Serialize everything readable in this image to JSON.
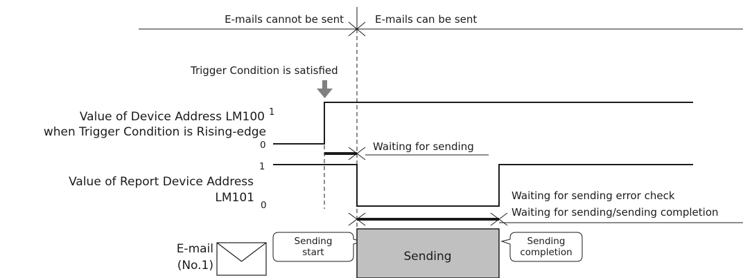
{
  "header": {
    "cannot_send": "E-mails cannot be sent",
    "can_send": "E-mails can be sent"
  },
  "trigger": {
    "label": "Trigger Condition is satisfied"
  },
  "signal_lm100": {
    "label_line1": "Value of Device Address LM100",
    "label_line2": "when Trigger Condition is Rising-edge",
    "level_high": "1",
    "level_low": "0"
  },
  "signal_lm101": {
    "label_line1": "Value of Report Device Address",
    "label_line2": "LM101",
    "level_high": "1",
    "level_low": "0"
  },
  "intervals": {
    "waiting_for_sending": "Waiting for sending",
    "waiting_error_check": "Waiting for sending error check",
    "waiting_completion": "Waiting for sending/sending completion"
  },
  "email": {
    "label_line1": "E-mail",
    "label_line2": "(No.1)",
    "icon": "envelope-icon",
    "callout_start_line1": "Sending",
    "callout_start_line2": "start",
    "sending_box": "Sending",
    "callout_end_line1": "Sending",
    "callout_end_line2": "completion",
    "sending_fill": "#c0c0c0"
  },
  "colors": {
    "line": "#1a1a1a",
    "arrow": "#808080"
  }
}
